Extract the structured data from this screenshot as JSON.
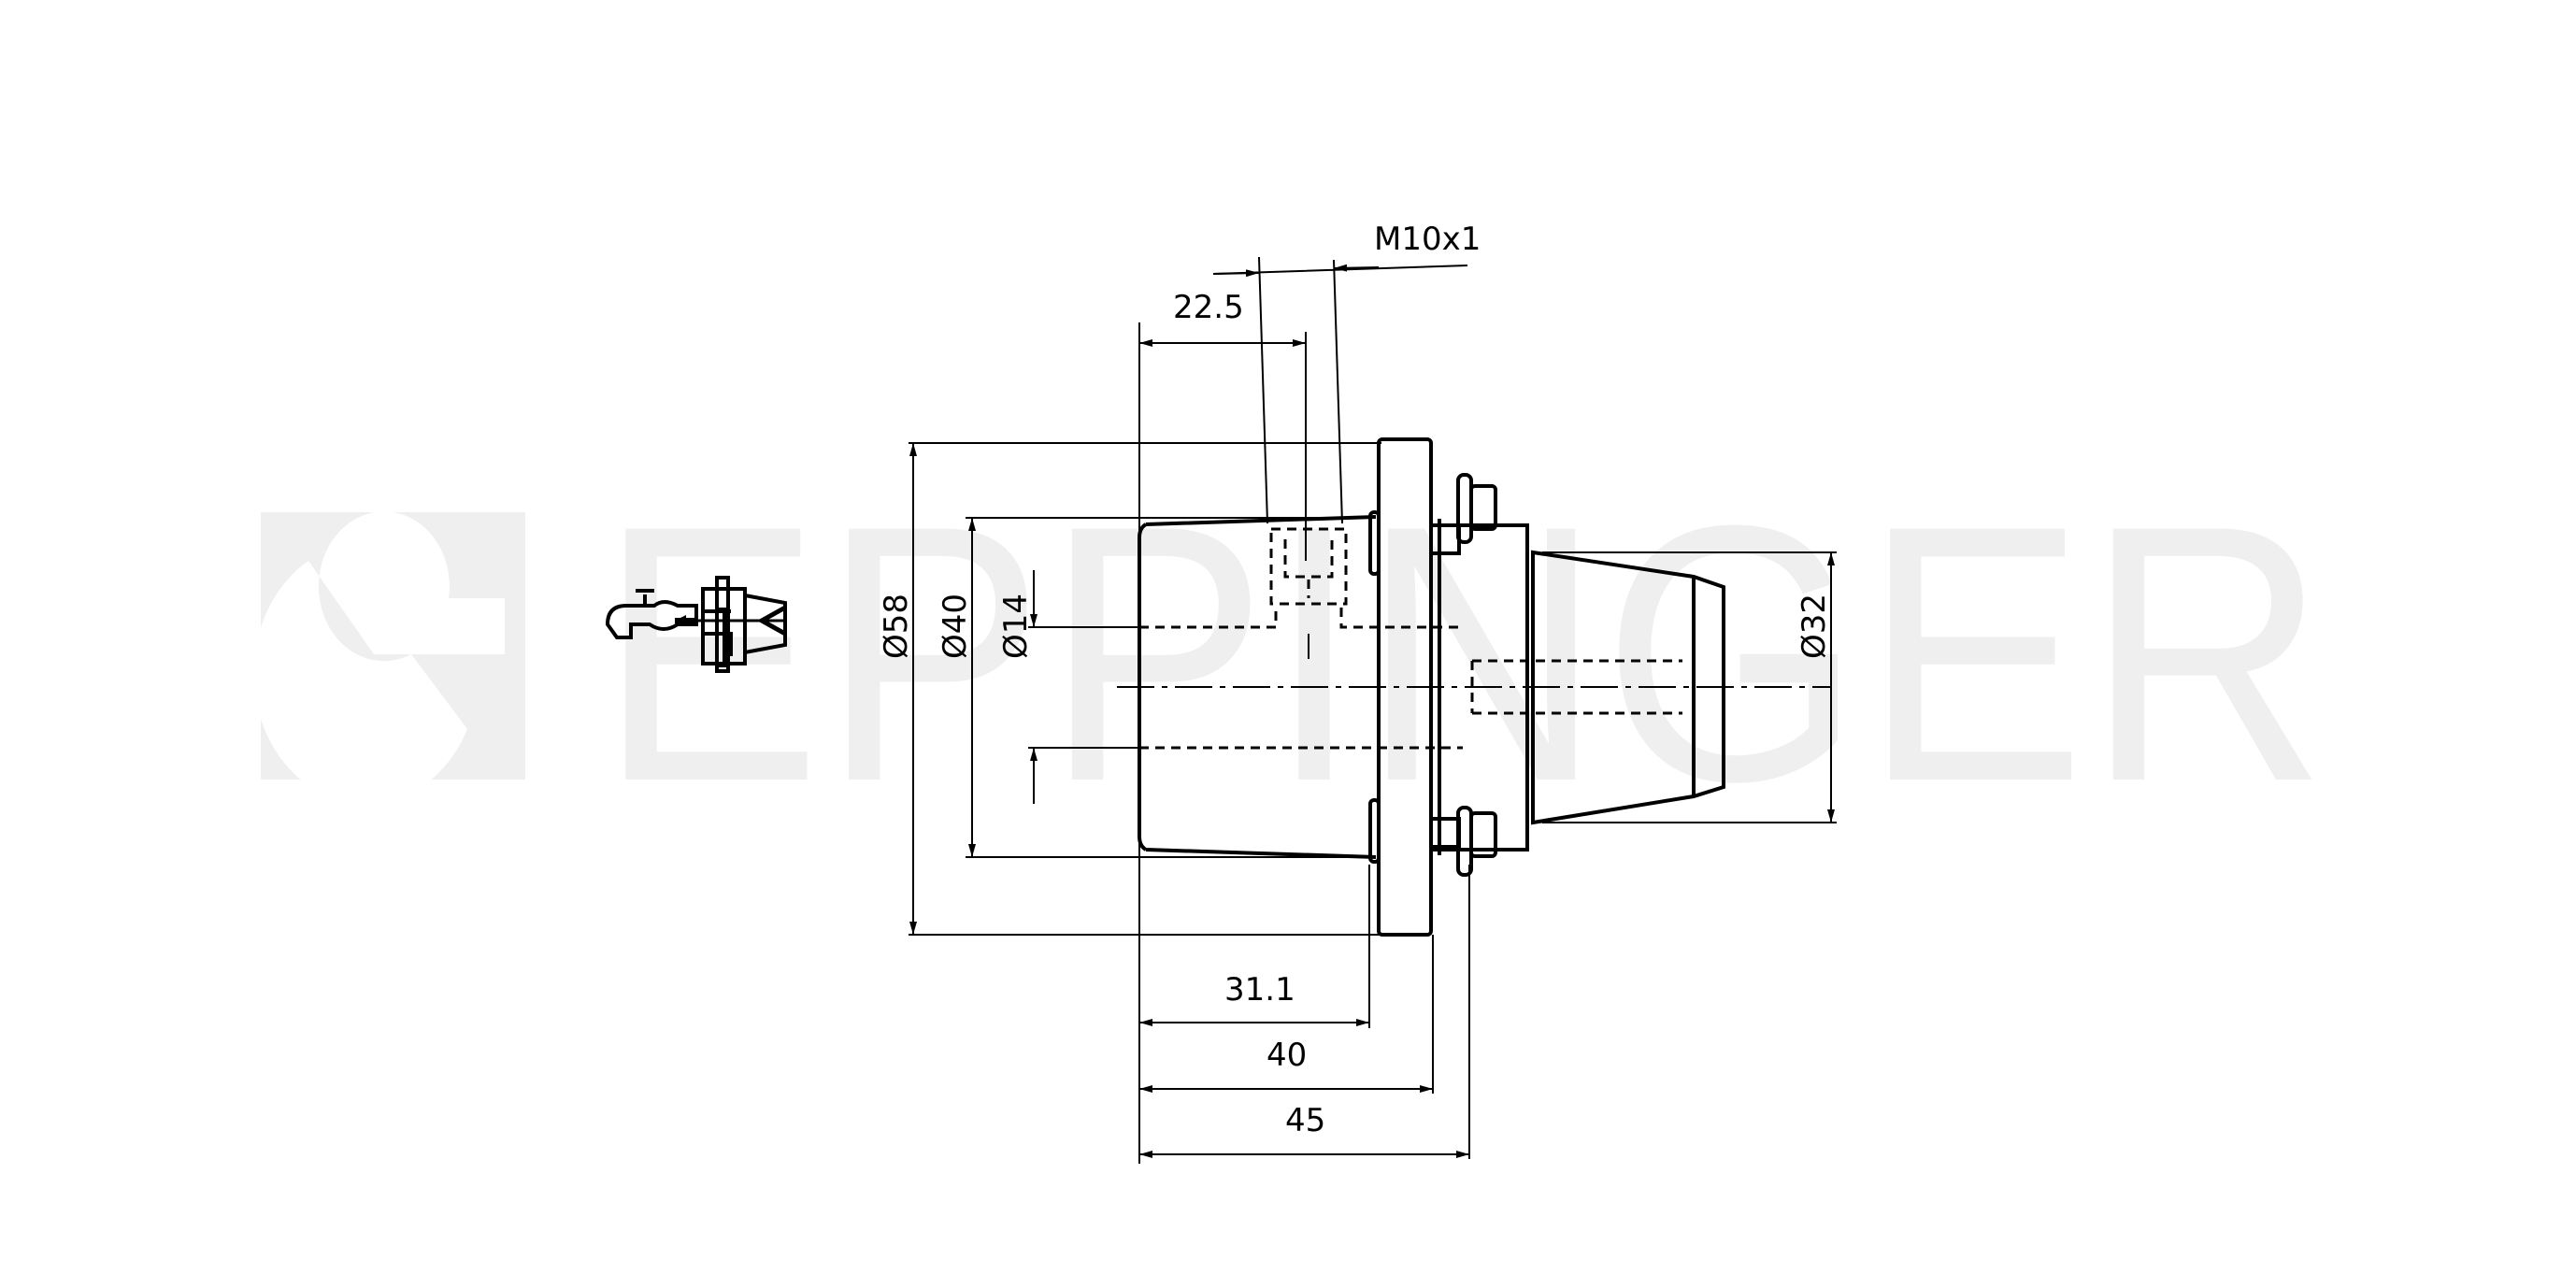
{
  "watermark": {
    "brand": "EPPINGER",
    "color": "#efefef"
  },
  "symbols": {
    "coolant": "faucet-icon",
    "tool": "tool-holder-icon"
  },
  "dimensions": {
    "thread": "M10x1",
    "port_position": "22.5",
    "dia_flange": "Ø58",
    "dia_body": "Ø40",
    "dia_bore": "Ø14",
    "dia_shank": "Ø32",
    "len_body": "31.1",
    "len_flange": "40",
    "len_total": "45"
  }
}
